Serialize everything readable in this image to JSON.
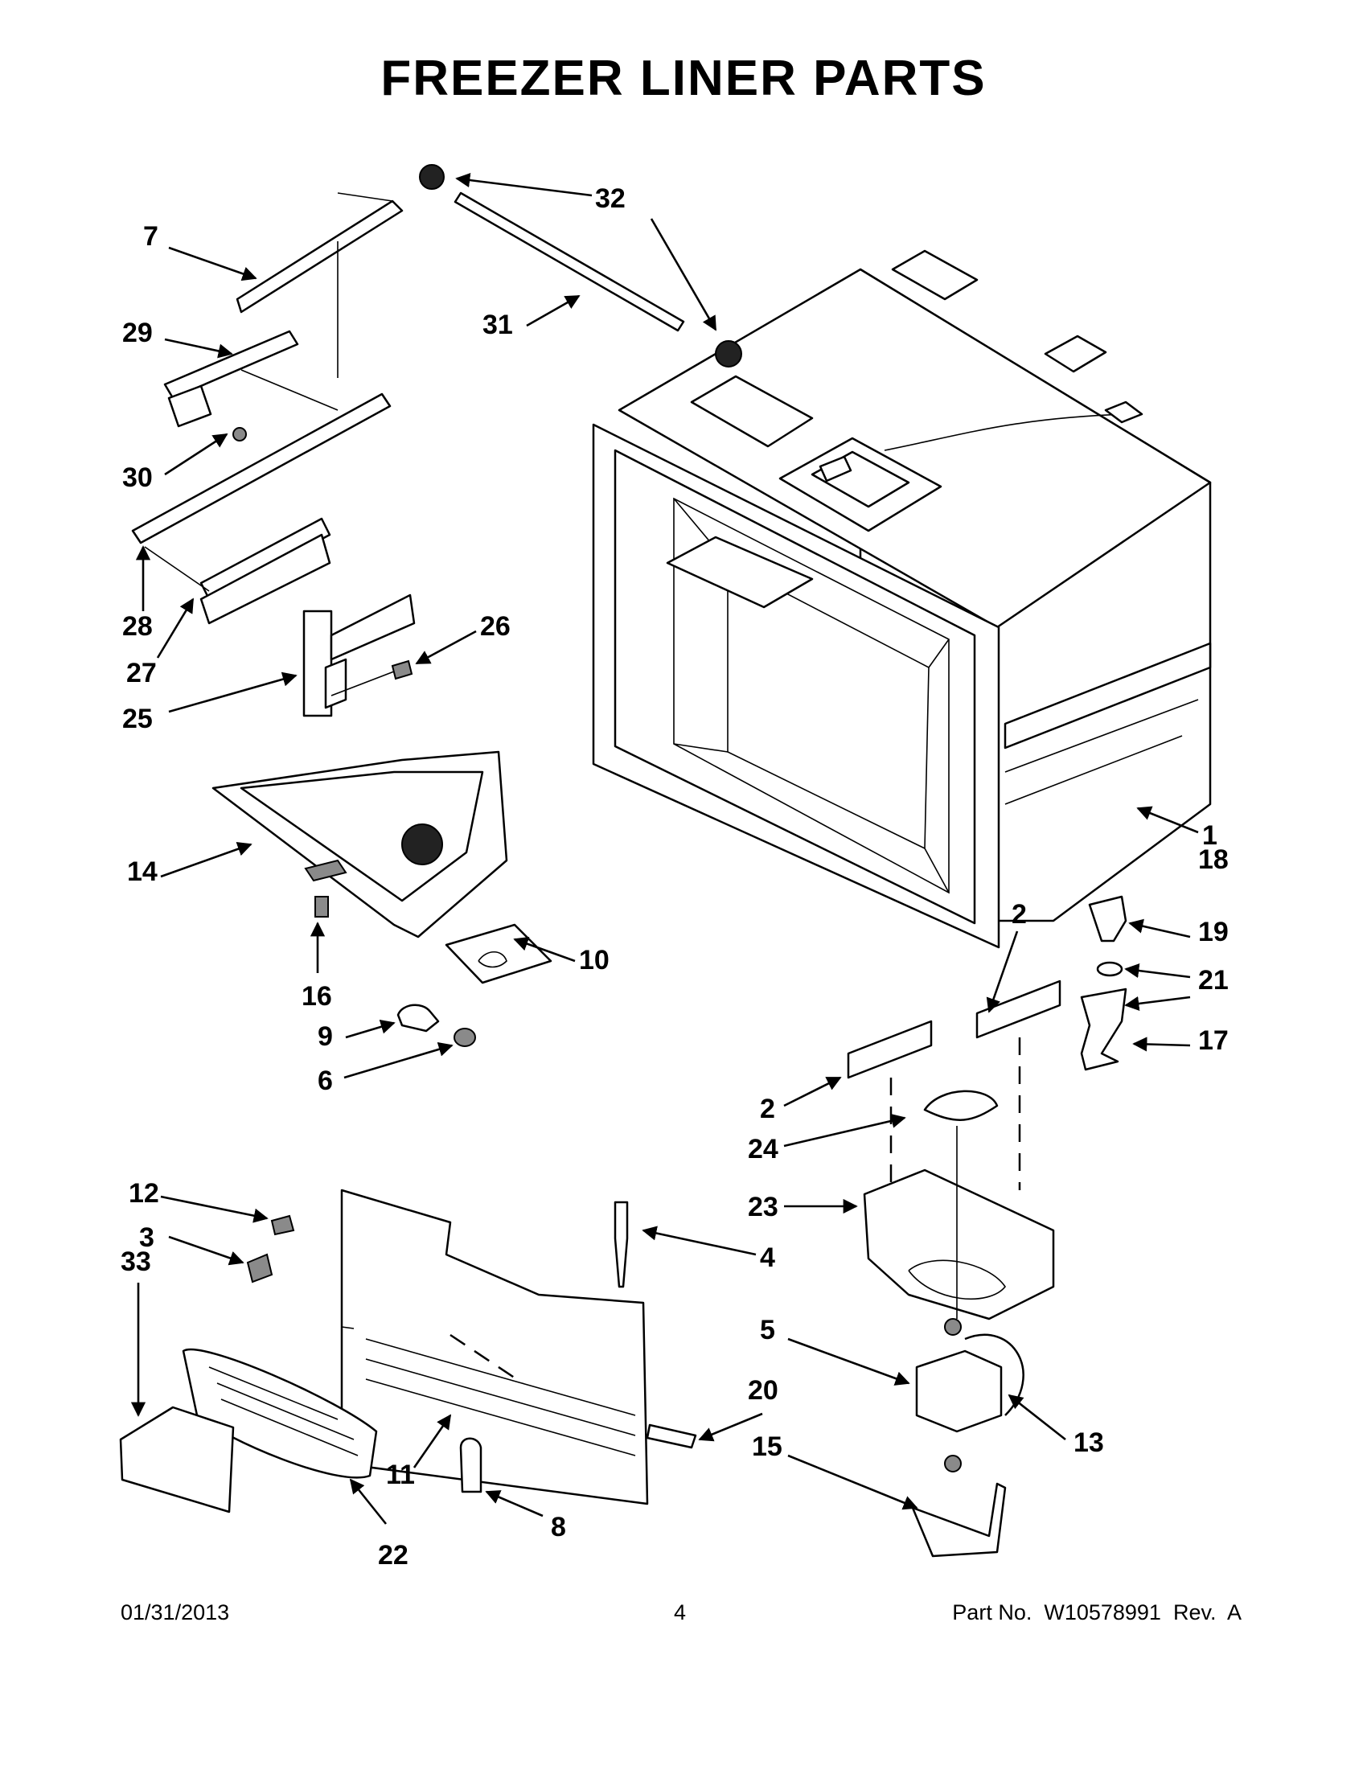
{
  "title": "FREEZER LINER PARTS",
  "footer": {
    "date": "01/31/2013",
    "page": "4",
    "part_number": "Part No.  W10578991  Rev.  A"
  },
  "callouts": [
    {
      "id": "c1",
      "label": "1"
    },
    {
      "id": "c2a",
      "label": "2"
    },
    {
      "id": "c2b",
      "label": "2"
    },
    {
      "id": "c3",
      "label": "3"
    },
    {
      "id": "c4",
      "label": "4"
    },
    {
      "id": "c5",
      "label": "5"
    },
    {
      "id": "c6",
      "label": "6"
    },
    {
      "id": "c7",
      "label": "7"
    },
    {
      "id": "c8",
      "label": "8"
    },
    {
      "id": "c9",
      "label": "9"
    },
    {
      "id": "c10",
      "label": "10"
    },
    {
      "id": "c11",
      "label": "11"
    },
    {
      "id": "c12",
      "label": "12"
    },
    {
      "id": "c13",
      "label": "13"
    },
    {
      "id": "c14",
      "label": "14"
    },
    {
      "id": "c15",
      "label": "15"
    },
    {
      "id": "c16",
      "label": "16"
    },
    {
      "id": "c17",
      "label": "17"
    },
    {
      "id": "c18",
      "label": "18"
    },
    {
      "id": "c19",
      "label": "19"
    },
    {
      "id": "c20",
      "label": "20"
    },
    {
      "id": "c21",
      "label": "21"
    },
    {
      "id": "c22",
      "label": "22"
    },
    {
      "id": "c23",
      "label": "23"
    },
    {
      "id": "c24",
      "label": "24"
    },
    {
      "id": "c25",
      "label": "25"
    },
    {
      "id": "c26",
      "label": "26"
    },
    {
      "id": "c27",
      "label": "27"
    },
    {
      "id": "c28",
      "label": "28"
    },
    {
      "id": "c29",
      "label": "29"
    },
    {
      "id": "c30",
      "label": "30"
    },
    {
      "id": "c31",
      "label": "31"
    },
    {
      "id": "c32",
      "label": "32"
    },
    {
      "id": "c33",
      "label": "33"
    }
  ]
}
